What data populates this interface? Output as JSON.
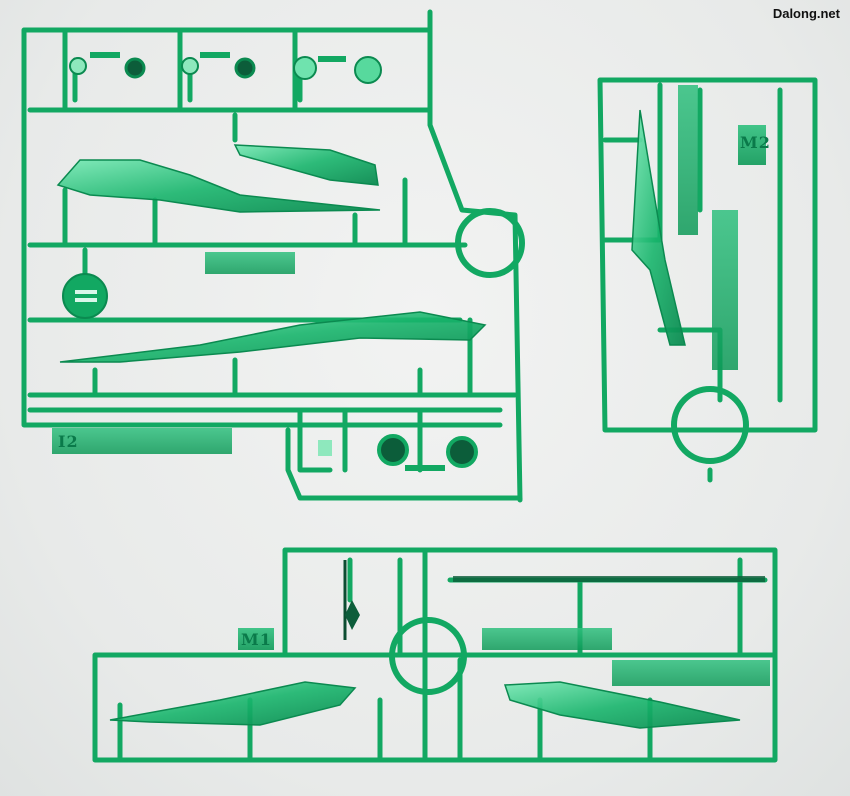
{
  "watermark": "Dalong.net",
  "runner_tags": {
    "i2": "I2",
    "m2": "M2",
    "m1": "M1"
  },
  "colors": {
    "plastic": "#11a660",
    "plastic_dark": "#0a7a45",
    "plastic_light": "#6fe3ae",
    "background": "#ebedec"
  }
}
